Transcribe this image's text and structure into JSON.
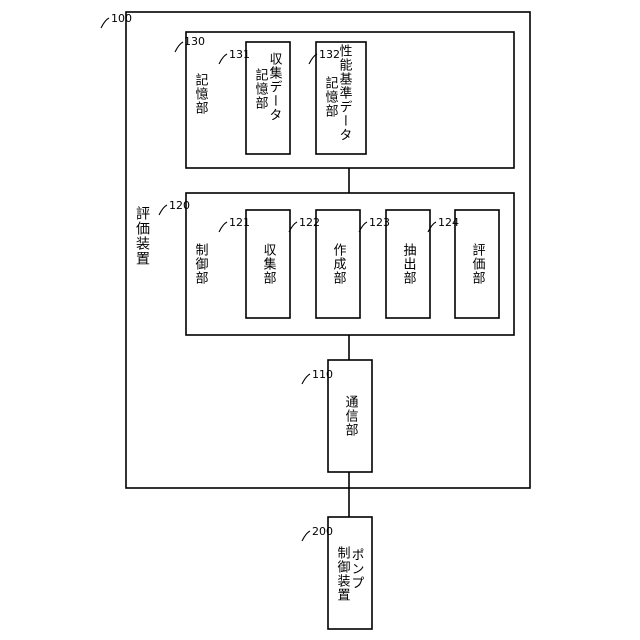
{
  "evaluation_device": {
    "label": "評価装置",
    "ref": "100"
  },
  "storage_unit": {
    "label": "記憶部",
    "ref": "130",
    "children": [
      {
        "label_lines": [
          "収集データ",
          "記憶部"
        ],
        "ref": "131"
      },
      {
        "label_lines": [
          "性能基準データ",
          "記憶部"
        ],
        "ref": "132"
      }
    ]
  },
  "control_unit": {
    "label": "制御部",
    "ref": "120",
    "children": [
      {
        "label": "収集部",
        "ref": "121"
      },
      {
        "label": "作成部",
        "ref": "122"
      },
      {
        "label": "抽出部",
        "ref": "123"
      },
      {
        "label": "評価部",
        "ref": "124"
      }
    ]
  },
  "communication_unit": {
    "label": "通信部",
    "ref": "110"
  },
  "pump_control_device": {
    "label_lines": [
      "ポンプ",
      "制御装置"
    ],
    "ref": "200"
  }
}
